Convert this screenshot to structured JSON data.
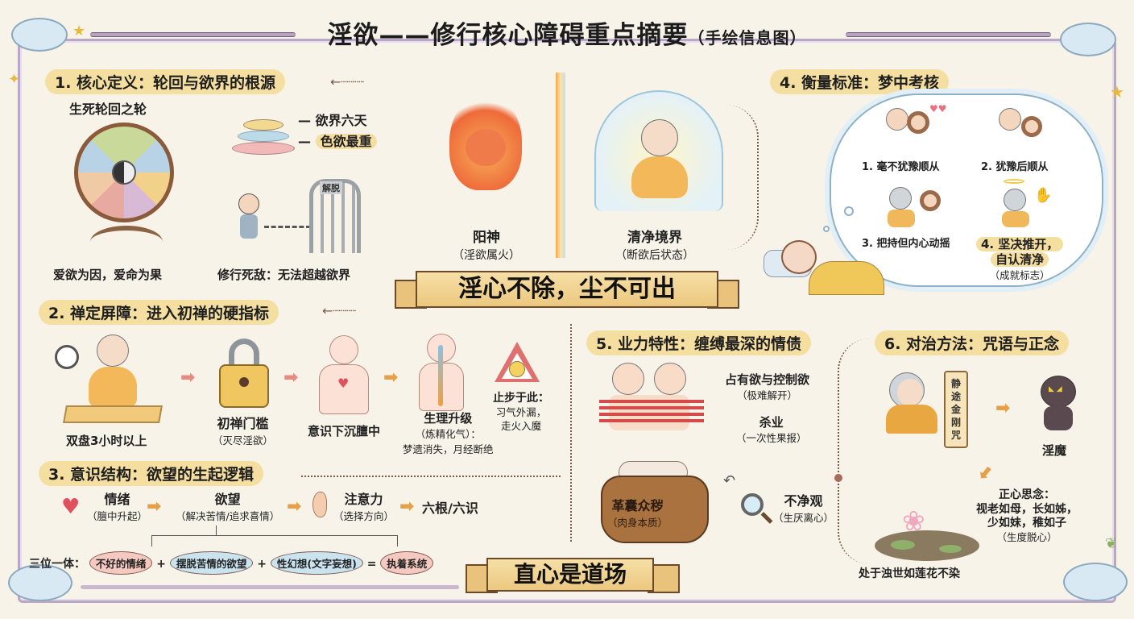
{
  "header": {
    "title": "淫欲——修行核心障碍重点摘要",
    "subtitle": "（手绘信息图）"
  },
  "center": {
    "yang_shen": {
      "label": "阳神",
      "sub": "（淫欲属火）"
    },
    "pure_realm": {
      "label": "清净境界",
      "sub": "（断欲后状态）"
    },
    "banner_main": "淫心不除，尘不可出",
    "banner_bottom": "直心是道场"
  },
  "section1": {
    "heading": "1. 核心定义：轮回与欲界的根源",
    "wheel_title": "生死轮回之轮",
    "wheel_caption": "爱欲为因，爱命为果",
    "heaven_labels": [
      "欲界六天",
      "色欲最重"
    ],
    "gate_text": "解脱",
    "chain_caption": "修行死敌：无法超越欲界"
  },
  "section2": {
    "heading": "2. 禅定屏障：进入初禅的硬指标",
    "steps": [
      {
        "label": "双盘3小时以上",
        "sub": ""
      },
      {
        "label": "初禅门槛",
        "sub": "（灭尽淫欲）"
      },
      {
        "label": "意识下沉膻中",
        "sub": ""
      },
      {
        "label": "生理升级",
        "sub": "（炼精化气）：",
        "sub2": "梦遗消失，月经断绝"
      },
      {
        "label": "止步于此：",
        "sub": "习气外漏，",
        "sub2": "走火入魔"
      }
    ]
  },
  "section3": {
    "heading": "3. 意识结构：欲望的生起逻辑",
    "flow": [
      {
        "label": "情绪",
        "sub": "（膻中升起）"
      },
      {
        "label": "欲望",
        "sub": "（解决苦情/追求喜情）"
      },
      {
        "label": "注意力",
        "sub": "（选择方向）"
      },
      {
        "label": "六根/六识",
        "sub": ""
      }
    ],
    "trinity_label": "三位一体：",
    "trinity": [
      "不好的情绪",
      "摆脱苦情的欲望",
      "性幻想(文字妄想)",
      "执着系统"
    ],
    "ops": [
      "+",
      "+",
      "="
    ]
  },
  "section4": {
    "heading": "4. 衡量标准：梦中考核",
    "levels": [
      {
        "label": "1. 毫不犹豫顺从"
      },
      {
        "label": "2. 犹豫后顺从"
      },
      {
        "label": "3. 把持但内心动摇"
      },
      {
        "label": "4. 坚决推开，",
        "label2": "自认清净",
        "sub": "（成就标志）"
      }
    ]
  },
  "section5": {
    "heading": "5. 业力特性：缠缚最深的情债",
    "items": [
      {
        "label": "占有欲与控制欲",
        "sub": "（极难解开）"
      },
      {
        "label": "杀业",
        "sub": "（一次性果报）"
      }
    ],
    "bag": {
      "label": "革囊众秽",
      "sub": "（肉身本质）"
    },
    "contemplation": {
      "label": "不净观",
      "sub": "（生厌离心）"
    }
  },
  "section6": {
    "heading": "6. 对治方法：咒语与正念",
    "scroll_text": "静途金刚咒",
    "demon": "淫魔",
    "mindset": {
      "title": "正心思念：",
      "lines": [
        "视老如母，长如姊，",
        "少如妹，稚如子"
      ],
      "sub": "（生度脱心）"
    },
    "lotus_caption": "处于浊世如莲花不染"
  },
  "colors": {
    "background": "#f8f3e9",
    "frame": "#b9a8c4",
    "heading_bg": "#f4dea0",
    "banner": "#ecc880",
    "arrow": "#e6a04a",
    "pink": "#f6c9c0",
    "blue": "#c9e3ef"
  }
}
